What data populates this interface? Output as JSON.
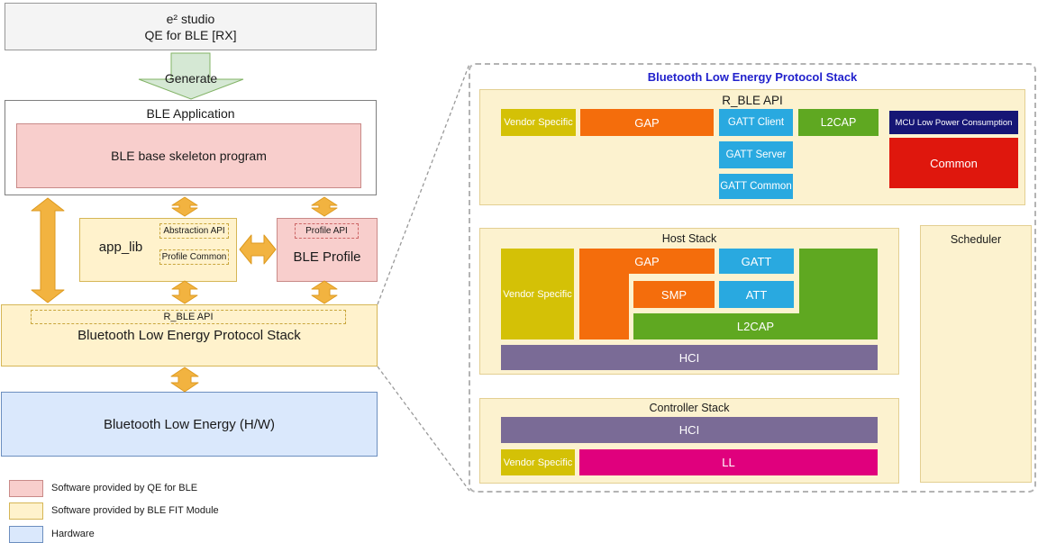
{
  "left": {
    "studio": {
      "line1": "e² studio",
      "line2": "QE for BLE [RX]"
    },
    "generate_label": "Generate",
    "ble_application_title": "BLE Application",
    "skeleton_label": "BLE base skeleton program",
    "app_lib_label": "app_lib",
    "abstraction_api_label": "Abstraction API",
    "profile_common_label": "Profile Common",
    "profile_api_label": "Profile API",
    "ble_profile_label": "BLE Profile",
    "r_ble_api_label": "R_BLE API",
    "protocol_stack_label": "Bluetooth Low Energy Protocol Stack",
    "hardware_label": "Bluetooth Low Energy (H/W)",
    "legend": [
      {
        "label": "Software provided by QE for BLE",
        "color": "#f8cecc"
      },
      {
        "label": "Software provided by BLE FIT Module",
        "color": "#fff2cc"
      },
      {
        "label": "Hardware",
        "color": "#dae8fc"
      }
    ]
  },
  "right": {
    "panel_title": "Bluetooth Low Energy Protocol Stack",
    "api_box": {
      "title": "R_BLE API",
      "blocks": {
        "vendor_specific": "Vendor Specific",
        "gap": "GAP",
        "gatt_client": "GATT Client",
        "l2cap": "L2CAP",
        "mcu_low_power": "MCU Low Power Consumption",
        "gatt_server": "GATT Server",
        "gatt_common": "GATT Common",
        "common": "Common"
      }
    },
    "host_stack": {
      "title": "Host Stack",
      "blocks": {
        "vendor_specific": "Vendor Specific",
        "gap": "GAP",
        "smp": "SMP",
        "gatt": "GATT",
        "att": "ATT",
        "l2cap": "L2CAP",
        "hci": "HCI"
      }
    },
    "controller_stack": {
      "title": "Controller Stack",
      "blocks": {
        "hci": "HCI",
        "vendor_specific": "Vendor Specific",
        "ll": "LL"
      }
    },
    "scheduler_label": "Scheduler"
  },
  "colors": {
    "qe_software_pink": "#f8cecc",
    "fit_module_yellow": "#fff2cc",
    "hardware_blue": "#dae8fc",
    "panel_cream": "#fcf2cf",
    "vendor_specific_yellow": "#d4c106",
    "gap_orange": "#f46d0c",
    "gatt_blue": "#29a9e0",
    "l2cap_green": "#5fa821",
    "mcu_navy": "#161675",
    "common_red": "#df170d",
    "hci_purple": "#7a6b96",
    "ll_magenta": "#e0007d",
    "arrow_gold": "#f2b340",
    "generate_green": "#d5e8d4",
    "panel_title_blue": "#2121cc"
  }
}
